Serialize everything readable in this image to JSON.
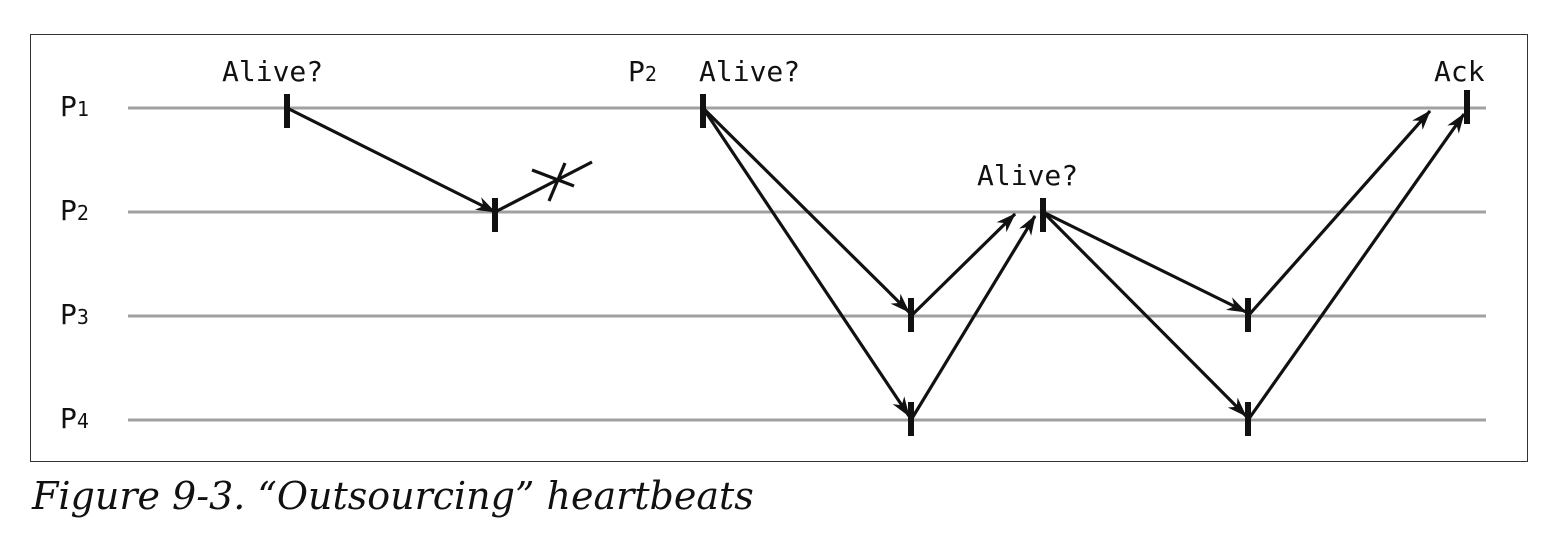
{
  "processes": [
    {
      "name": "P",
      "index": "1"
    },
    {
      "name": "P",
      "index": "2"
    },
    {
      "name": "P",
      "index": "3"
    },
    {
      "name": "P",
      "index": "4"
    }
  ],
  "annotations": {
    "alive_first": "Alive?",
    "delegate_proc": "P",
    "delegate_index": "2",
    "alive_second": "Alive?",
    "alive_third": "Alive?",
    "ack": "Ack"
  },
  "colors": {
    "timeline": "#a0a0a0",
    "arrow": "#111111"
  },
  "caption": "Figure 9-3. “Outsourcing” heartbeats"
}
